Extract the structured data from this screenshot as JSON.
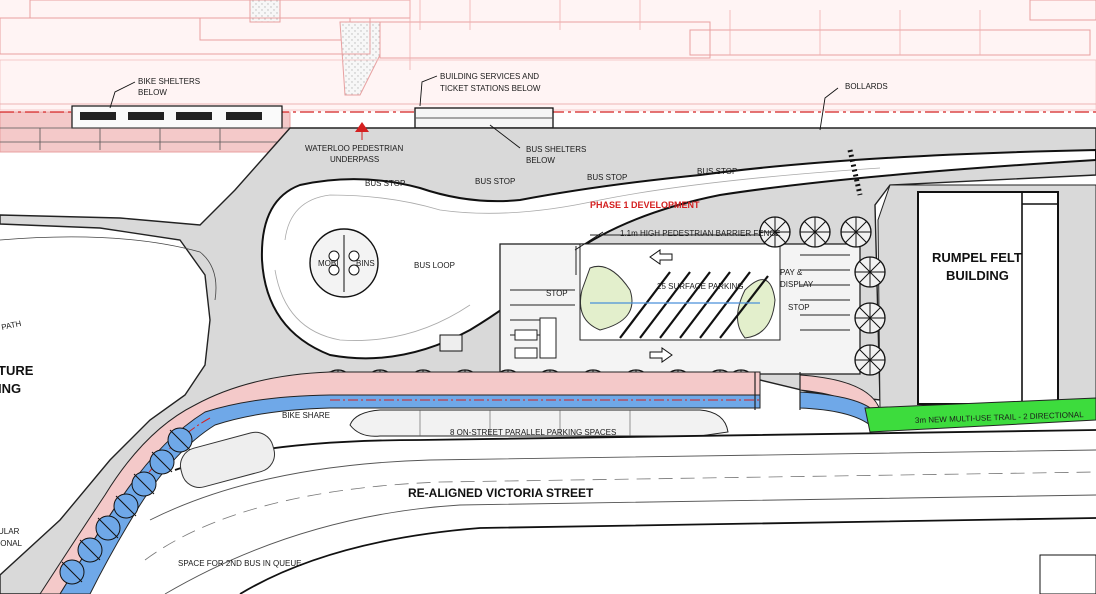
{
  "labels": {
    "bike_shelters": [
      "BIKE SHELTERS",
      "BELOW"
    ],
    "building_services": [
      "BUILDING SERVICES AND",
      "TICKET STATIONS BELOW"
    ],
    "bollards": "BOLLARDS",
    "waterloo": [
      "WATERLOO PEDESTRIAN",
      "UNDERPASS"
    ],
    "bus_shelters": [
      "BUS SHELTERS",
      "BELOW"
    ],
    "bus_stops": [
      "BUS STOP",
      "BUS STOP",
      "BUS STOP",
      "BUS STOP"
    ],
    "phase1": "PHASE 1 DEVELOPMENT",
    "barrier": "1.1m HIGH PEDESTRIAN BARRIER FENCE",
    "bus_loop": "BUS LOOP",
    "mobis_a": "MOBI",
    "mobis_b": "BINS",
    "rumpel": [
      "RUMPEL FELT",
      "BUILDING"
    ],
    "pay_display": [
      "PAY &",
      "DISPLAY"
    ],
    "surface_parking": "25 SURFACE PARKING",
    "stop_l": "STOP",
    "stop_r": "STOP",
    "future": [
      "TURE",
      "ING"
    ],
    "path": "PATH",
    "bike_share": "BIKE SHARE",
    "parallel": "8 ON-STREET PARALLEL PARKING SPACES",
    "trail": "3m NEW MULTI-USE TRAIL - 2 DIRECTIONAL",
    "victoria": "RE-ALIGNED VICTORIA STREET",
    "queue": "SPACE FOR 2ND BUS IN QUEUE",
    "lr_left": [
      "ULAR",
      "IONAL"
    ]
  },
  "colors": {
    "existing_pink": "#f4c9c9",
    "pink_line": "#e8a0a0",
    "red_line": "#d42020",
    "paving_grey": "#d6d6d6",
    "trail_green": "#3ddc3d",
    "bike_lane_blue": "#6fa8e8",
    "island_green": "#e3efcc",
    "linework": "#222222"
  },
  "icons": [
    "tree-icon",
    "arrow-left-icon",
    "arrow-right-icon",
    "section-marker-icon"
  ]
}
